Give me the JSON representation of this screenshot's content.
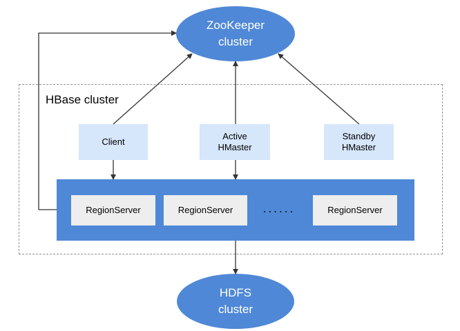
{
  "zookeeper": {
    "label": "ZooKeeper\ncluster"
  },
  "hbase_cluster": {
    "title": "HBase cluster"
  },
  "nodes": {
    "client": "Client",
    "active_hmaster": "Active\nHMaster",
    "standby_hmaster": "Standby\nHMaster"
  },
  "region_servers": [
    "RegionServer",
    "RegionServer",
    "RegionServer"
  ],
  "ellipsis": "......",
  "hdfs": {
    "label": "HDFS\ncluster"
  },
  "colors": {
    "ellipse_fill": "#4f88d6",
    "band_fill": "#4f88d6",
    "small_box_fill": "#d6e6fb",
    "region_server_fill": "#eeeeee",
    "connector": "#333333",
    "dashed_border": "#8f8f8f"
  }
}
